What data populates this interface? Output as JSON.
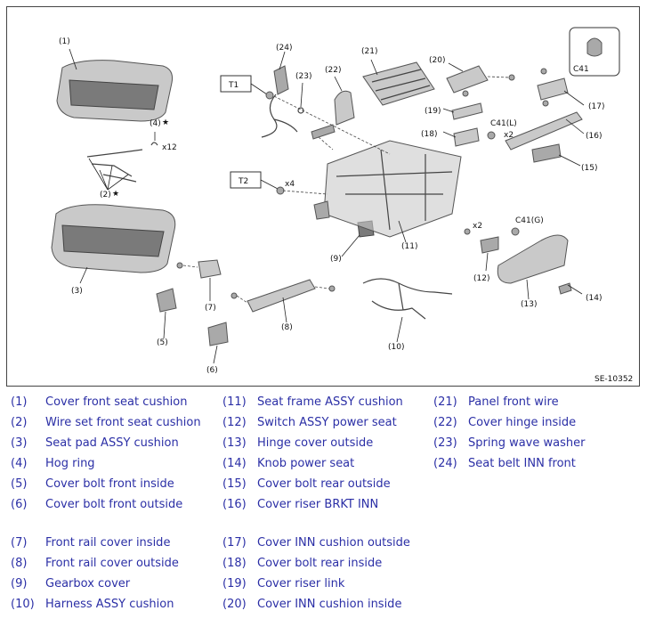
{
  "figure_code": "SE-10352",
  "callouts": {
    "p1": "(1)",
    "p2": "(2)",
    "p3": "(3)",
    "p4": "(4)",
    "p5": "(5)",
    "p6": "(6)",
    "p7": "(7)",
    "p8": "(8)",
    "p9": "(9)",
    "p10": "(10)",
    "p11": "(11)",
    "p12": "(12)",
    "p13": "(13)",
    "p14": "(14)",
    "p15": "(15)",
    "p16": "(16)",
    "p17": "(17)",
    "p18": "(18)",
    "p19": "(19)",
    "p20": "(20)",
    "p21": "(21)",
    "p22": "(22)",
    "p23": "(23)",
    "p24": "(24)"
  },
  "torque_labels": {
    "t1": "T1",
    "t2": "T2"
  },
  "quantities": {
    "x12": "x12",
    "x4": "x4",
    "x2_a": "x2",
    "x2_b": "x2"
  },
  "clip_labels": {
    "inset": "C41",
    "left": "C41(L)",
    "g": "C41(G)"
  },
  "star": "★",
  "legend": [
    [
      {
        "num": "(1)",
        "name": "Cover front seat cushion"
      },
      {
        "num": "(2)",
        "name": "Wire set front seat cushion"
      },
      {
        "num": "(3)",
        "name": "Seat pad ASSY cushion"
      },
      {
        "num": "(4)",
        "name": "Hog ring"
      },
      {
        "num": "(5)",
        "name": "Cover bolt front inside"
      },
      {
        "num": "(6)",
        "name": "Cover bolt front outside"
      },
      {
        "num": "(7)",
        "name": "Front rail cover inside"
      },
      {
        "num": "(8)",
        "name": "Front rail cover outside"
      },
      {
        "num": "(9)",
        "name": "Gearbox cover"
      },
      {
        "num": "(10)",
        "name": "Harness ASSY cushion"
      }
    ],
    [
      {
        "num": "(11)",
        "name": "Seat frame ASSY cushion"
      },
      {
        "num": "(12)",
        "name": "Switch ASSY power seat"
      },
      {
        "num": "(13)",
        "name": "Hinge cover outside"
      },
      {
        "num": "(14)",
        "name": "Knob power seat"
      },
      {
        "num": "(15)",
        "name": "Cover bolt rear outside"
      },
      {
        "num": "(16)",
        "name": "Cover riser BRKT INN"
      },
      {
        "num": "(17)",
        "name": "Cover INN cushion outside"
      },
      {
        "num": "(18)",
        "name": "Cover bolt rear inside"
      },
      {
        "num": "(19)",
        "name": "Cover riser link"
      },
      {
        "num": "(20)",
        "name": "Cover INN cushion inside"
      }
    ],
    [
      {
        "num": "(21)",
        "name": "Panel front wire"
      },
      {
        "num": "(22)",
        "name": "Cover hinge inside"
      },
      {
        "num": "(23)",
        "name": "Spring wave washer"
      },
      {
        "num": "(24)",
        "name": "Seat belt INN front"
      }
    ]
  ]
}
